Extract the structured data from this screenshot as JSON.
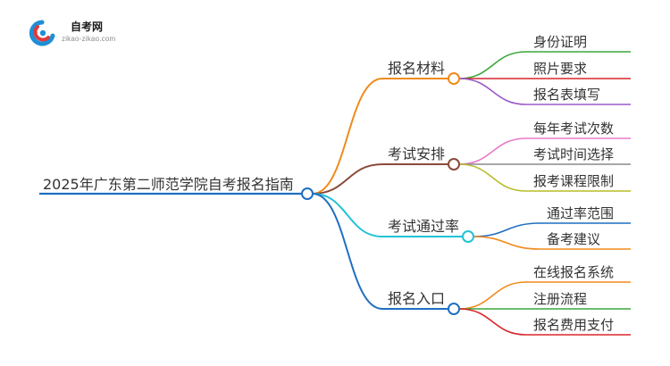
{
  "logo": {
    "title": "自考网",
    "url": "zikao-zikao.com"
  },
  "mindmap": {
    "root": "2025年广东第二师范学院自考报名指南",
    "branches": [
      {
        "label": "报名材料",
        "color": "#f08a1c",
        "children": [
          {
            "label": "身份证明",
            "color": "#3aa53a"
          },
          {
            "label": "照片要求",
            "color": "#d9262b"
          },
          {
            "label": "报名表填写",
            "color": "#9b59c9"
          }
        ]
      },
      {
        "label": "考试安排",
        "color": "#8a4a3a",
        "children": [
          {
            "label": "每年考试次数",
            "color": "#ea7ac7"
          },
          {
            "label": "考试时间选择",
            "color": "#8a8a8a"
          },
          {
            "label": "报考课程限制",
            "color": "#b5bd28"
          }
        ]
      },
      {
        "label": "考试通过率",
        "color": "#21c3d6",
        "children": [
          {
            "label": "通过率范围",
            "color": "#1f6fc0"
          },
          {
            "label": "备考建议",
            "color": "#f08a1c"
          }
        ]
      },
      {
        "label": "报名入口",
        "color": "#1f6fc0",
        "children": [
          {
            "label": "在线报名系统",
            "color": "#f08a1c"
          },
          {
            "label": "注册流程",
            "color": "#3aa53a"
          },
          {
            "label": "报名费用支付",
            "color": "#d9262b"
          }
        ]
      }
    ]
  }
}
